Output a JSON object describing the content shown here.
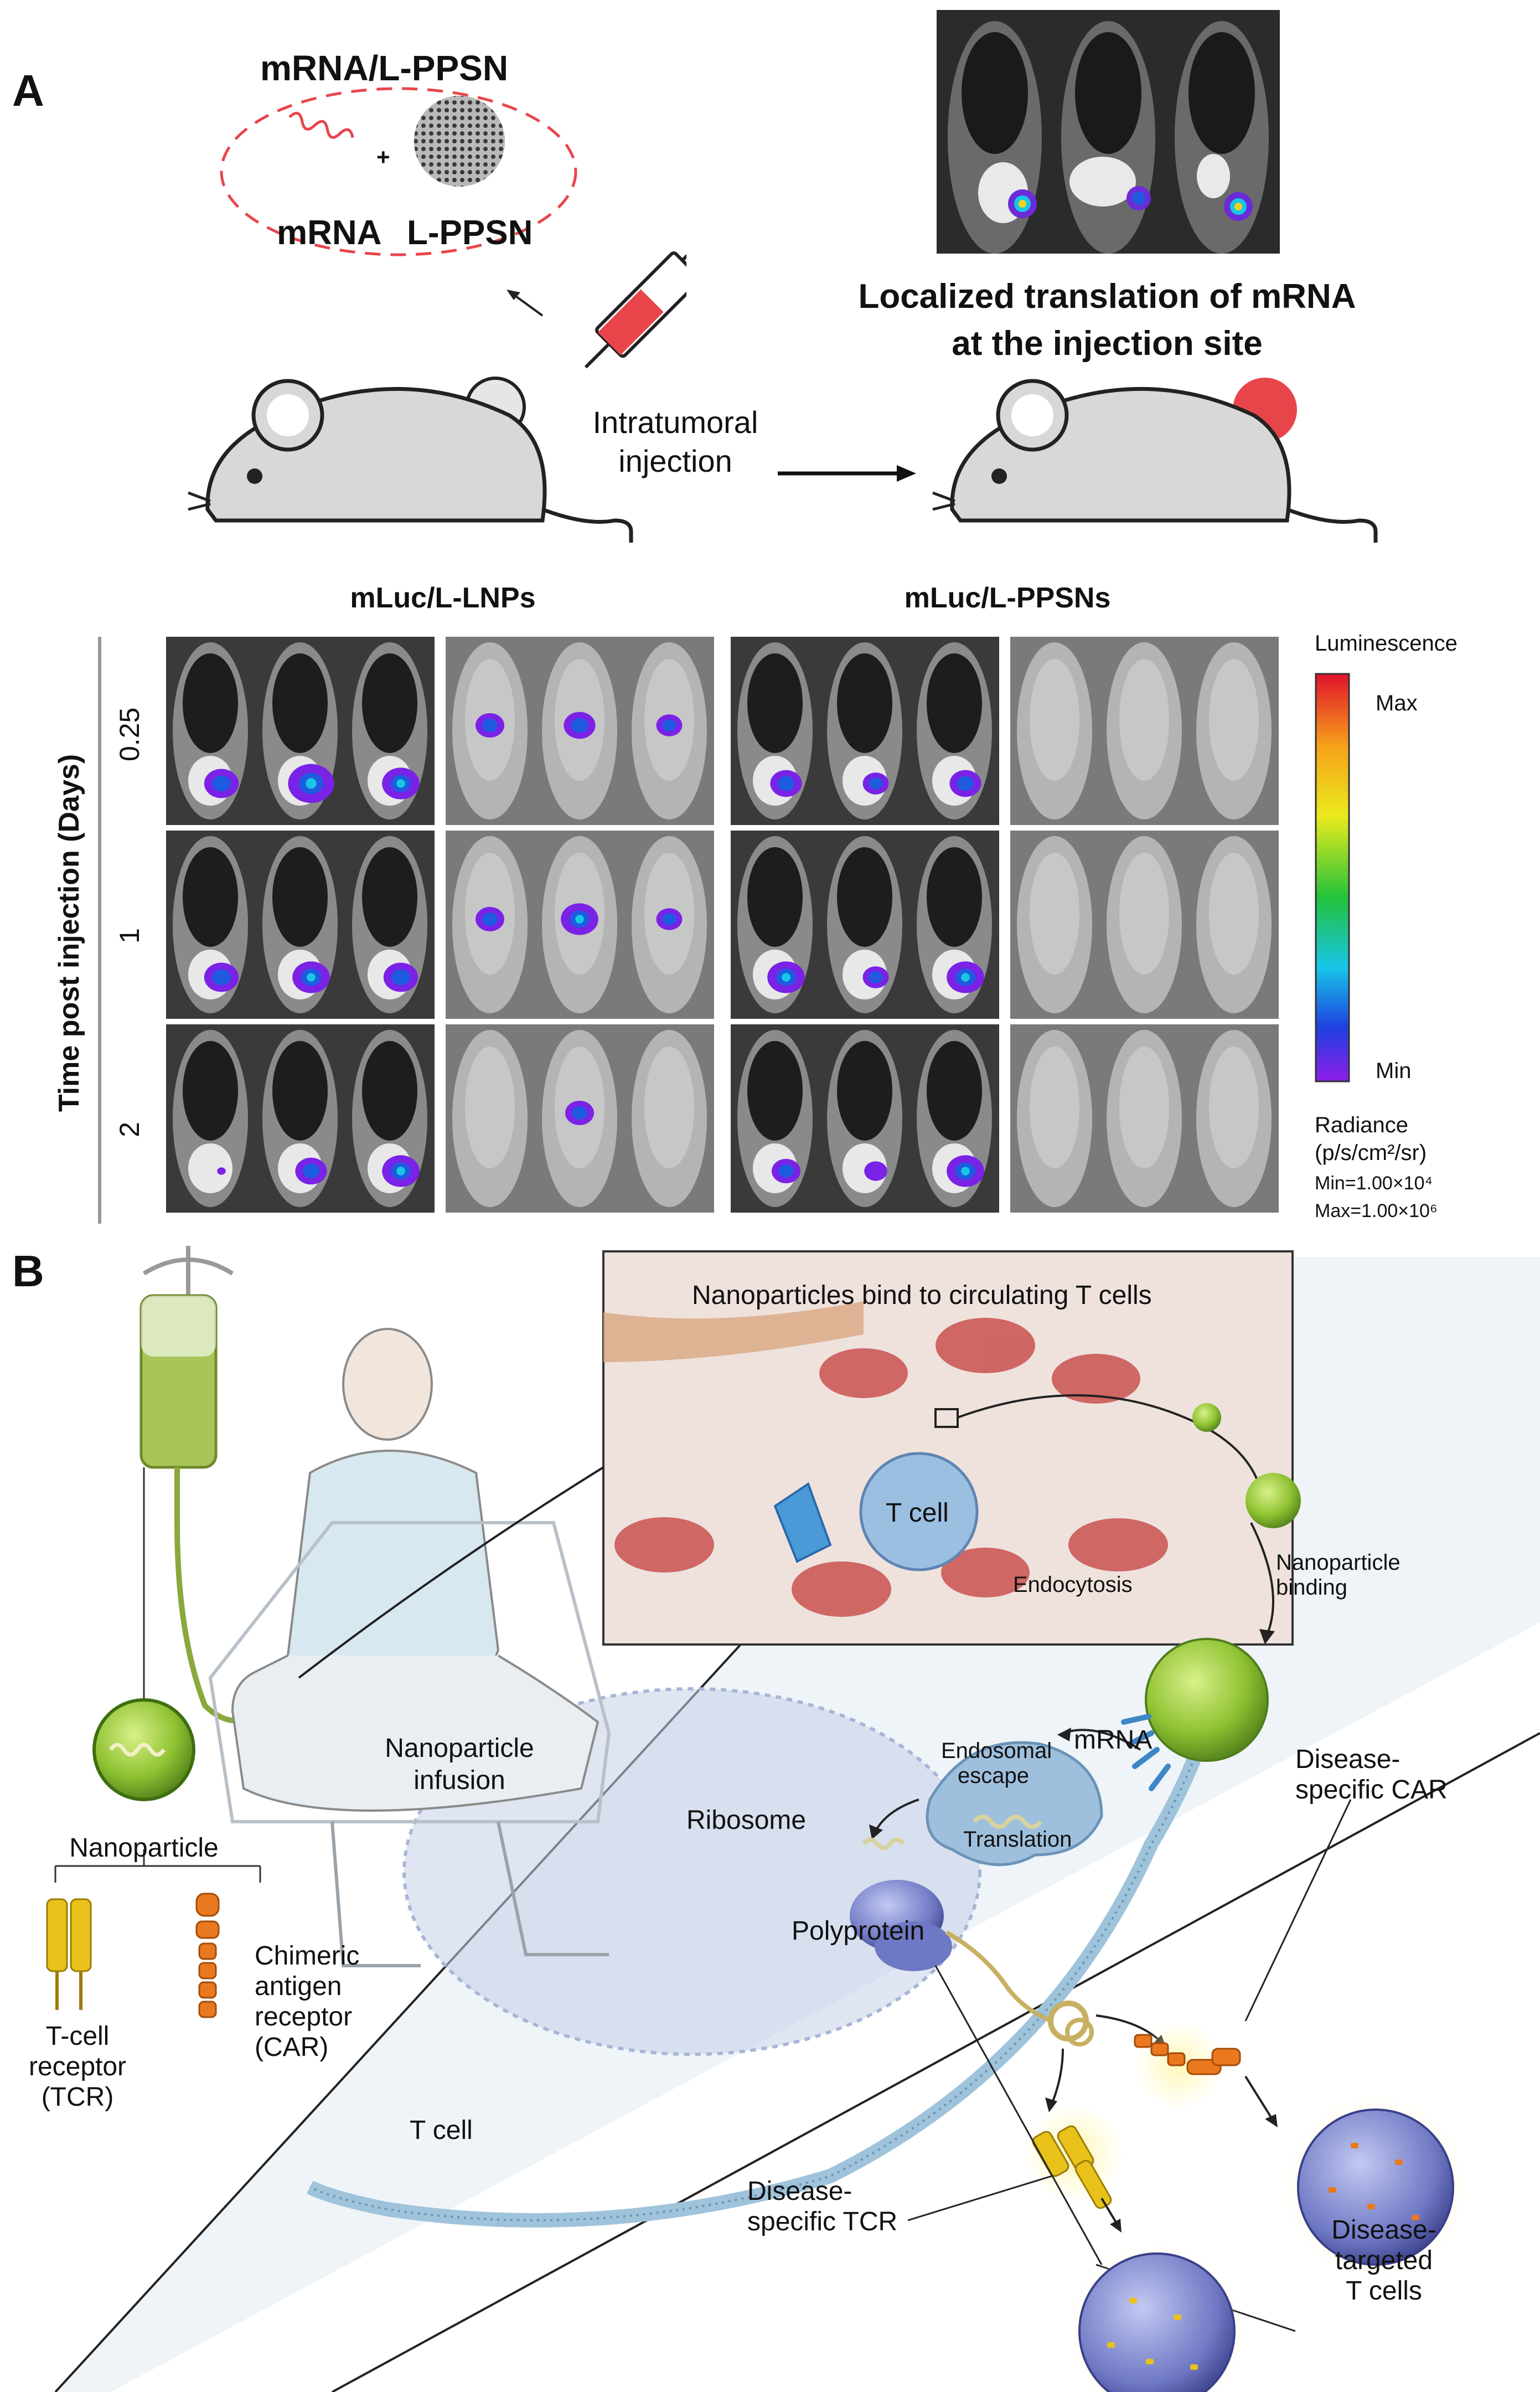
{
  "panel_a": {
    "letter": "A",
    "mix_title": "mRNA/L-PPSN",
    "mix_mrna": "mRNA",
    "mix_ppsn": "L-PPSN",
    "mix_plus": "+",
    "injection_label_1": "Intratumoral",
    "injection_label_2": "injection",
    "result_title_1": "Localized translation of mRNA",
    "result_title_2": "at the injection site",
    "col_title_lnp": "mLuc/L-LNPs",
    "col_title_ppsn": "mLuc/L-PPSNs",
    "y_axis_label": "Time post injection (Days)",
    "rows": [
      "0.25",
      "1",
      "2"
    ],
    "legend": {
      "title": "Luminescence",
      "max": "Max",
      "min": "Min",
      "unit_title": "Radiance",
      "unit": "(p/s/cm²/sr)",
      "min_value": "Min=1.00×10⁴",
      "max_value": "Max=1.00×10⁶"
    },
    "colors": {
      "tumor": "#e8454b",
      "mouse": "#d6d6d6",
      "syringe_fluid": "#e8454b"
    }
  },
  "panel_b": {
    "letter": "B",
    "inset_title": "Nanoparticles bind to circulating T cells",
    "inset_tcell": "T cell",
    "nanoparticle_binding": "Nanoparticle binding",
    "endocytosis": "Endocytosis",
    "mrna": "mRNA",
    "endosomal_escape_1": "Endosomal",
    "endosomal_escape_2": "escape",
    "ribosome": "Ribosome",
    "translation": "Translation",
    "polyprotein": "Polyprotein",
    "disease_car_1": "Disease-",
    "disease_car_2": "specific CAR",
    "disease_tcr_1": "Disease-",
    "disease_tcr_2": "specific TCR",
    "targeted_1": "Disease-",
    "targeted_2": "targeted",
    "targeted_3": "T cells",
    "tcell_big": "T cell",
    "infusion_1": "Nanoparticle",
    "infusion_2": "infusion",
    "nanoparticle": "Nanoparticle",
    "tcr_1": "T-cell",
    "tcr_2": "receptor",
    "tcr_3": "(TCR)",
    "car_1": "Chimeric",
    "car_2": "antigen",
    "car_3": "receptor",
    "car_4": "(CAR)",
    "colors": {
      "membrane": "#cfe0ec",
      "nanoparticle": "#9bc83a",
      "tcr": "#e8c21a",
      "car": "#e9781f",
      "ribosome": "#7b86c9"
    }
  }
}
